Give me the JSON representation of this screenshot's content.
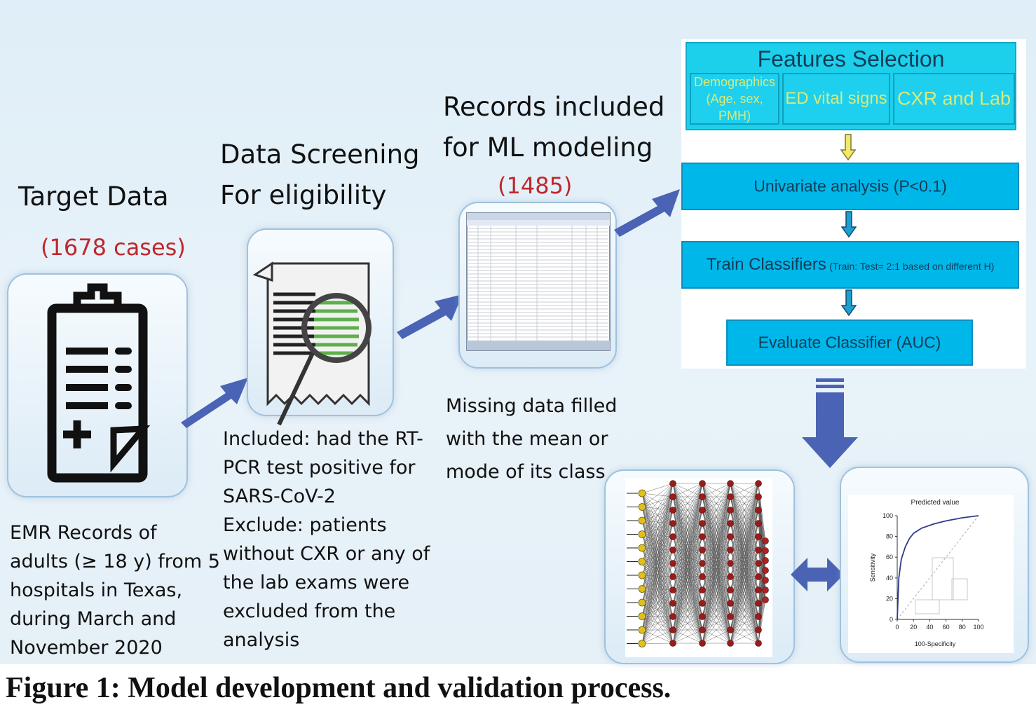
{
  "stage1": {
    "title": "Target Data",
    "count": "(1678 cases)",
    "desc": [
      "EMR Records of",
      "adults (≥ 18 y) from 5",
      "hospitals in Texas,",
      "during March and",
      "November 2020"
    ]
  },
  "stage2": {
    "title": [
      "Data Screening",
      "For eligibility"
    ],
    "desc": [
      "Included: had the RT-",
      "PCR test positive for",
      "SARS-CoV-2",
      "Exclude: patients",
      "without CXR or any of",
      "the lab exams were",
      "excluded from the",
      "analysis"
    ]
  },
  "stage3": {
    "title": [
      "Records included",
      "for ML modeling"
    ],
    "count": "(1485)",
    "desc": [
      "Missing data filled",
      "with the mean or",
      "mode of its class"
    ]
  },
  "pipeline": {
    "features_title": "Features Selection",
    "features": [
      {
        "line1": "Demographics",
        "line2": "(Age, sex, PMH)"
      },
      {
        "line1": "ED vital signs",
        "line2": ""
      },
      {
        "line1": "CXR and Lab",
        "line2": ""
      }
    ],
    "univariate": "Univariate analysis (P<0.1)",
    "train_main": "Train Classifiers",
    "train_note": "(Train: Test= 2:1 based on different H)",
    "evaluate": "Evaluate Classifier (AUC)"
  },
  "roc": {
    "title": "Predicted value",
    "ylabel": "Sensitivity",
    "xlabel": "100-Specificity",
    "ticks": [
      "0",
      "20",
      "40",
      "60",
      "80",
      "100"
    ],
    "curve_x": [
      0,
      2,
      5,
      10,
      15,
      20,
      30,
      45,
      60,
      80,
      100
    ],
    "curve_y": [
      0,
      40,
      58,
      70,
      78,
      83,
      88,
      92,
      95,
      98,
      100
    ]
  },
  "caption": "Figure 1: Model development and validation process.",
  "colors": {
    "box": "#00b7ea",
    "arrow": "#4a63b4",
    "red": "#c0272d"
  }
}
